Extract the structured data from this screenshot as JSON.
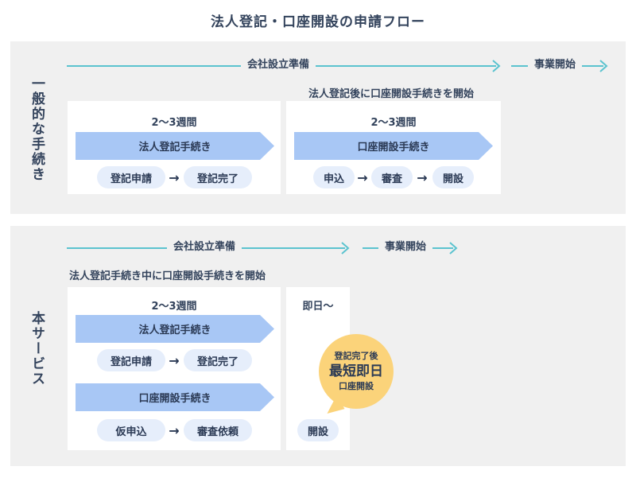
{
  "title": "法人登記・口座開設の申請フロー",
  "general": {
    "side_label": "一般的な手続き",
    "prep_label": "会社設立準備",
    "start_label": "事業開始",
    "note": "法人登記後に口座開設手続きを開始",
    "registration": {
      "weeks": "2〜3週間",
      "band": "法人登記手続き",
      "steps": [
        "登記申請",
        "登記完了"
      ]
    },
    "account": {
      "weeks": "2〜3週間",
      "band": "口座開設手続き",
      "steps": [
        "申込",
        "審査",
        "開設"
      ]
    }
  },
  "service": {
    "side_label": "本サービス",
    "prep_label": "会社設立準備",
    "start_label": "事業開始",
    "note": "法人登記手続き中に口座開設手続きを開始",
    "weeks": "2〜3週間",
    "registration": {
      "band": "法人登記手続き",
      "steps": [
        "登記申請",
        "登記完了"
      ]
    },
    "account": {
      "band": "口座開設手続き",
      "steps": [
        "仮申込",
        "審査依頼"
      ]
    },
    "immediate": {
      "label": "即日〜",
      "open": "開設"
    },
    "bubble": {
      "line1": "登記完了後",
      "line2": "最短即日",
      "line3": "口座開設"
    }
  },
  "step_arrow": "→",
  "colors": {
    "accent_line": "#5bc3cf",
    "band": "#a8c7f5",
    "pill": "#e6eefb",
    "bubble": "#fbd37a",
    "panel": "#f0f0f0"
  }
}
